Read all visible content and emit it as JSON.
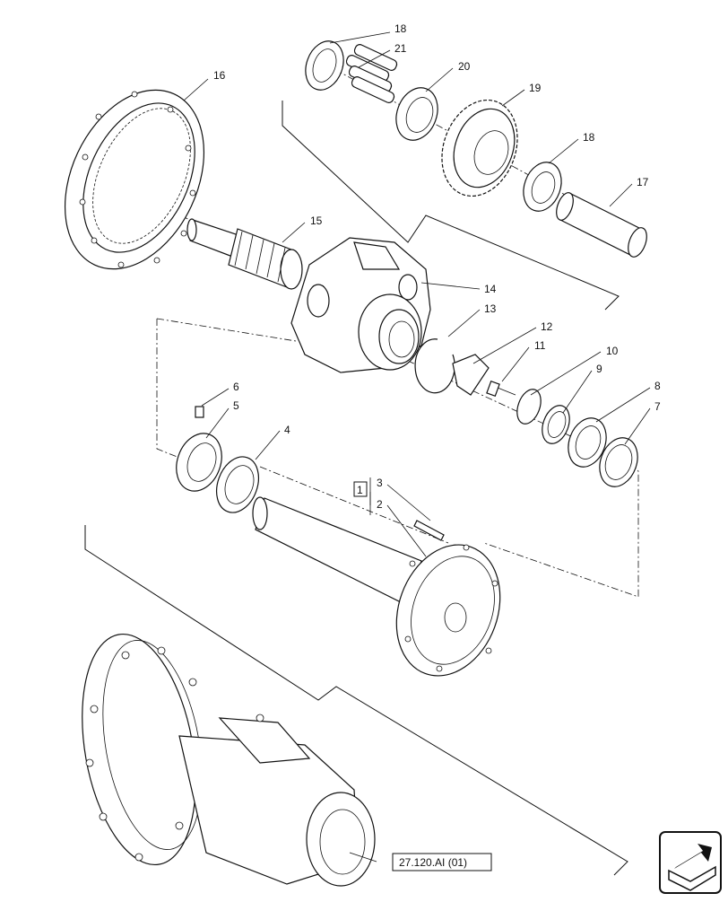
{
  "diagram": {
    "callouts": [
      "18",
      "21",
      "20",
      "19",
      "18",
      "17",
      "16",
      "15",
      "14",
      "13",
      "12",
      "11",
      "10",
      "9",
      "8",
      "7",
      "6",
      "5",
      "4",
      "3",
      "2",
      "1"
    ],
    "reference": "27.120.AI (01)",
    "nav_icon": "arrow-back-icon"
  }
}
